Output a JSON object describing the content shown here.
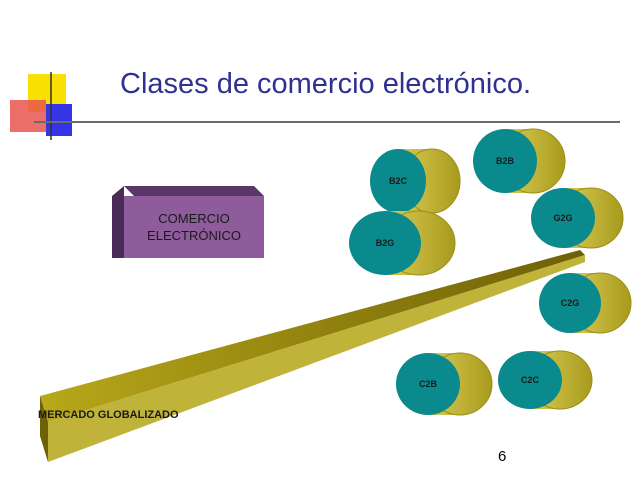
{
  "slide": {
    "title": "Clases de comercio electrónico.",
    "page_number": "6",
    "center_box": {
      "line1": "COMERCIO",
      "line2": "ELECTRÓNICO",
      "color": "#8e5c9a"
    },
    "market_label": "MERCADO GLOBALIZADO",
    "colors": {
      "title": "#2e3192",
      "cylinder_front": "#0a8a8c",
      "cylinder_side": "#c9bb3a",
      "beam": "#8a7a0a",
      "rule": "#6b6b6b"
    },
    "cylinders": [
      {
        "id": "b2c",
        "label": "B2C"
      },
      {
        "id": "b2b",
        "label": "B2B"
      },
      {
        "id": "b2g",
        "label": "B2G"
      },
      {
        "id": "g2g",
        "label": "G2G"
      },
      {
        "id": "c2g",
        "label": "C2G"
      },
      {
        "id": "c2b",
        "label": "C2B"
      },
      {
        "id": "c2c",
        "label": "C2C"
      }
    ]
  }
}
